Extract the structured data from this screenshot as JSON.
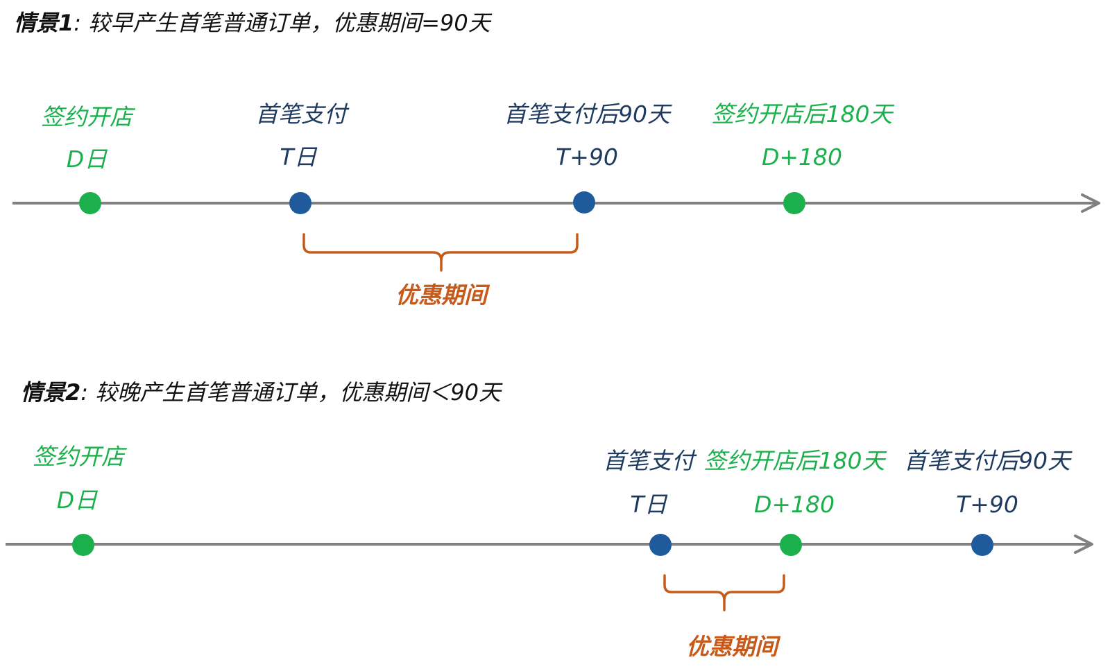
{
  "colors": {
    "green": "#1bb04b",
    "navy": "#1e3a5f",
    "blue_dot": "#1f5a9c",
    "orange": "#c75a1a",
    "axis": "#808080",
    "text": "#111111"
  },
  "scenario1": {
    "heading_bold": "情景1",
    "heading_text": ":  较早产生首笔普通订单，优惠期间=90天",
    "events": [
      {
        "id": "open",
        "name": "签约开店",
        "code": "D日",
        "color": "green"
      },
      {
        "id": "pay",
        "name": "首笔支付",
        "code": "T日",
        "color": "navy"
      },
      {
        "id": "pay90",
        "name": "首笔支付后90天",
        "code": "T+90",
        "color": "navy"
      },
      {
        "id": "open180",
        "name": "签约开店后180天",
        "code": "D+180",
        "color": "green"
      }
    ],
    "period_label": "优惠期间"
  },
  "scenario2": {
    "heading_bold": "情景2",
    "heading_text": ":  较晚产生首笔普通订单，优惠期间＜90天",
    "events": [
      {
        "id": "open",
        "name": "签约开店",
        "code": "D日",
        "color": "green"
      },
      {
        "id": "pay",
        "name": "首笔支付",
        "code": "T日",
        "color": "navy"
      },
      {
        "id": "open180",
        "name": "签约开店后180天",
        "code": "D+180",
        "color": "green"
      },
      {
        "id": "pay90",
        "name": "首笔支付后90天",
        "code": "T+90",
        "color": "navy"
      }
    ],
    "period_label": "优惠期间"
  }
}
